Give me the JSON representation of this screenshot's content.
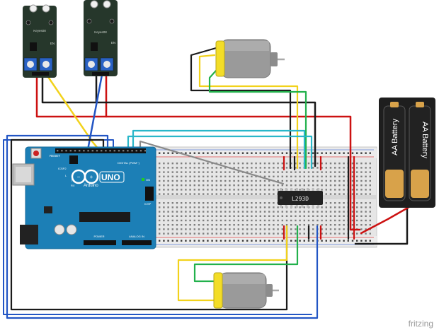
{
  "sensors": [
    {
      "module_label": "Keyes08",
      "side_label": "EN"
    },
    {
      "module_label": "Keyes08",
      "side_label": "EN"
    }
  ],
  "arduino": {
    "board_name": "UNO",
    "brand": "Arduino",
    "reset_label": "RESET",
    "icsp_label": "ICSP2",
    "digital_label": "DIGITAL (PWM~)",
    "tx_label": "TX",
    "rx_label": "RX",
    "on_label": "ON",
    "l_label": "L",
    "power_label": "POWER",
    "analog_label": "ANALOG IN",
    "icsp_right_label": "ICSP"
  },
  "driver_chip": {
    "label": "L293D"
  },
  "battery": {
    "cell_label_1": "AA Battery",
    "cell_label_2": "AA Battery"
  },
  "watermark": "fritzing",
  "colors": {
    "red_wire": "#cc1111",
    "black_wire": "#1a1a1a",
    "yellow_wire": "#f2d21b",
    "blue_wire": "#2255c4",
    "green_wire": "#22b14c",
    "cyan_wire": "#29b7c9",
    "grey_wire": "#8a8a8a",
    "arduino_blue": "#1c7fb6",
    "sensor_pcb": "#26372b",
    "motor_body": "#9a9a9a",
    "motor_cap": "#f3dd27"
  }
}
